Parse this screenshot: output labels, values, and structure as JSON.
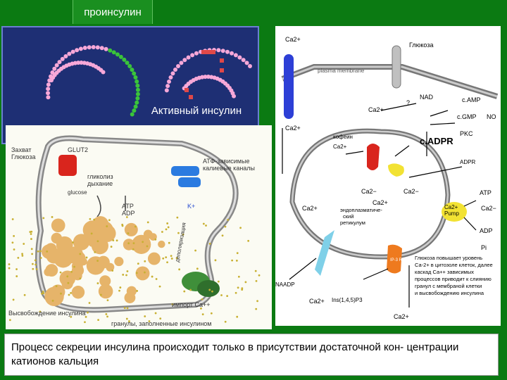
{
  "top_label": "проинсулин",
  "active_insulin_label": "Активный инсулин",
  "cell": {
    "glut_outside": "Захват\nГлюкоза",
    "glut2": "GLUT2",
    "glycolysis": "гликолиз\nдыхание",
    "glucose": "glucose",
    "atp_adp": "ATP\nADP",
    "atp_channel": "АТФ-зависимые\nкалиевые каналы",
    "depolarization": "деполяризация",
    "k_plus": "K+",
    "calcium_import": "импорт  Ca++",
    "release": "Высвобождение инсулина",
    "granules": "гранулы, заполненные инсулином"
  },
  "right": {
    "ca2_top": "Ca2+",
    "glucose": "Глюкоза",
    "membrane": "plasma membrane",
    "ca2_left": "Ca2+",
    "nad": "NAD",
    "camp": "c.AMP",
    "cgmp": "c.GMP",
    "no": "NO",
    "ca2_mid": "Ca2+",
    "q": "?",
    "cadpr": "c.ADPR",
    "pkc": "PKC",
    "caffeine": "кофеин",
    "ca2_caffeine": "Ca2+",
    "adph": "ADPR",
    "ca2_a": "Ca2−",
    "ca2_b": "Ca2+",
    "ca2_c": "Ca2−",
    "atp": "ATP",
    "pump": "Ca2+\nPump",
    "ca2_pump": "Ca2−",
    "adp": "ADP",
    "pi": "Pi",
    "er": "эндоплазматиче-\nский\nретикулум",
    "ca2_d": "Ca2+",
    "naadp": "NAADP",
    "ins": "Ins(1,4,5)P3",
    "ca2_bottom": "Ca2+",
    "ca2_bottom2": "Ca2+",
    "ip3r": "IP-3 R",
    "note": "Глюкоза повышает уровень\nСа-2+ в цитозоле клеток, далее\nкаскад Са++ зависимых\nпроцессов приводит к слиянию\nгранул с мембраной клетки\nи высвобождению инсулина"
  },
  "caption": "Процесс секреции инсулина происходит только в присутствии достаточной кон- центрации катионов кальция",
  "colors": {
    "background": "#0b7a12",
    "blue_panel": "#1e2f74",
    "pink_beads": "#f7a8d8",
    "green_beads": "#3ac43a",
    "granule": "#e6b46a",
    "receptor_red": "#d9251d",
    "pump_yellow": "#f2e233",
    "channel_blue": "#2d3fd6"
  }
}
